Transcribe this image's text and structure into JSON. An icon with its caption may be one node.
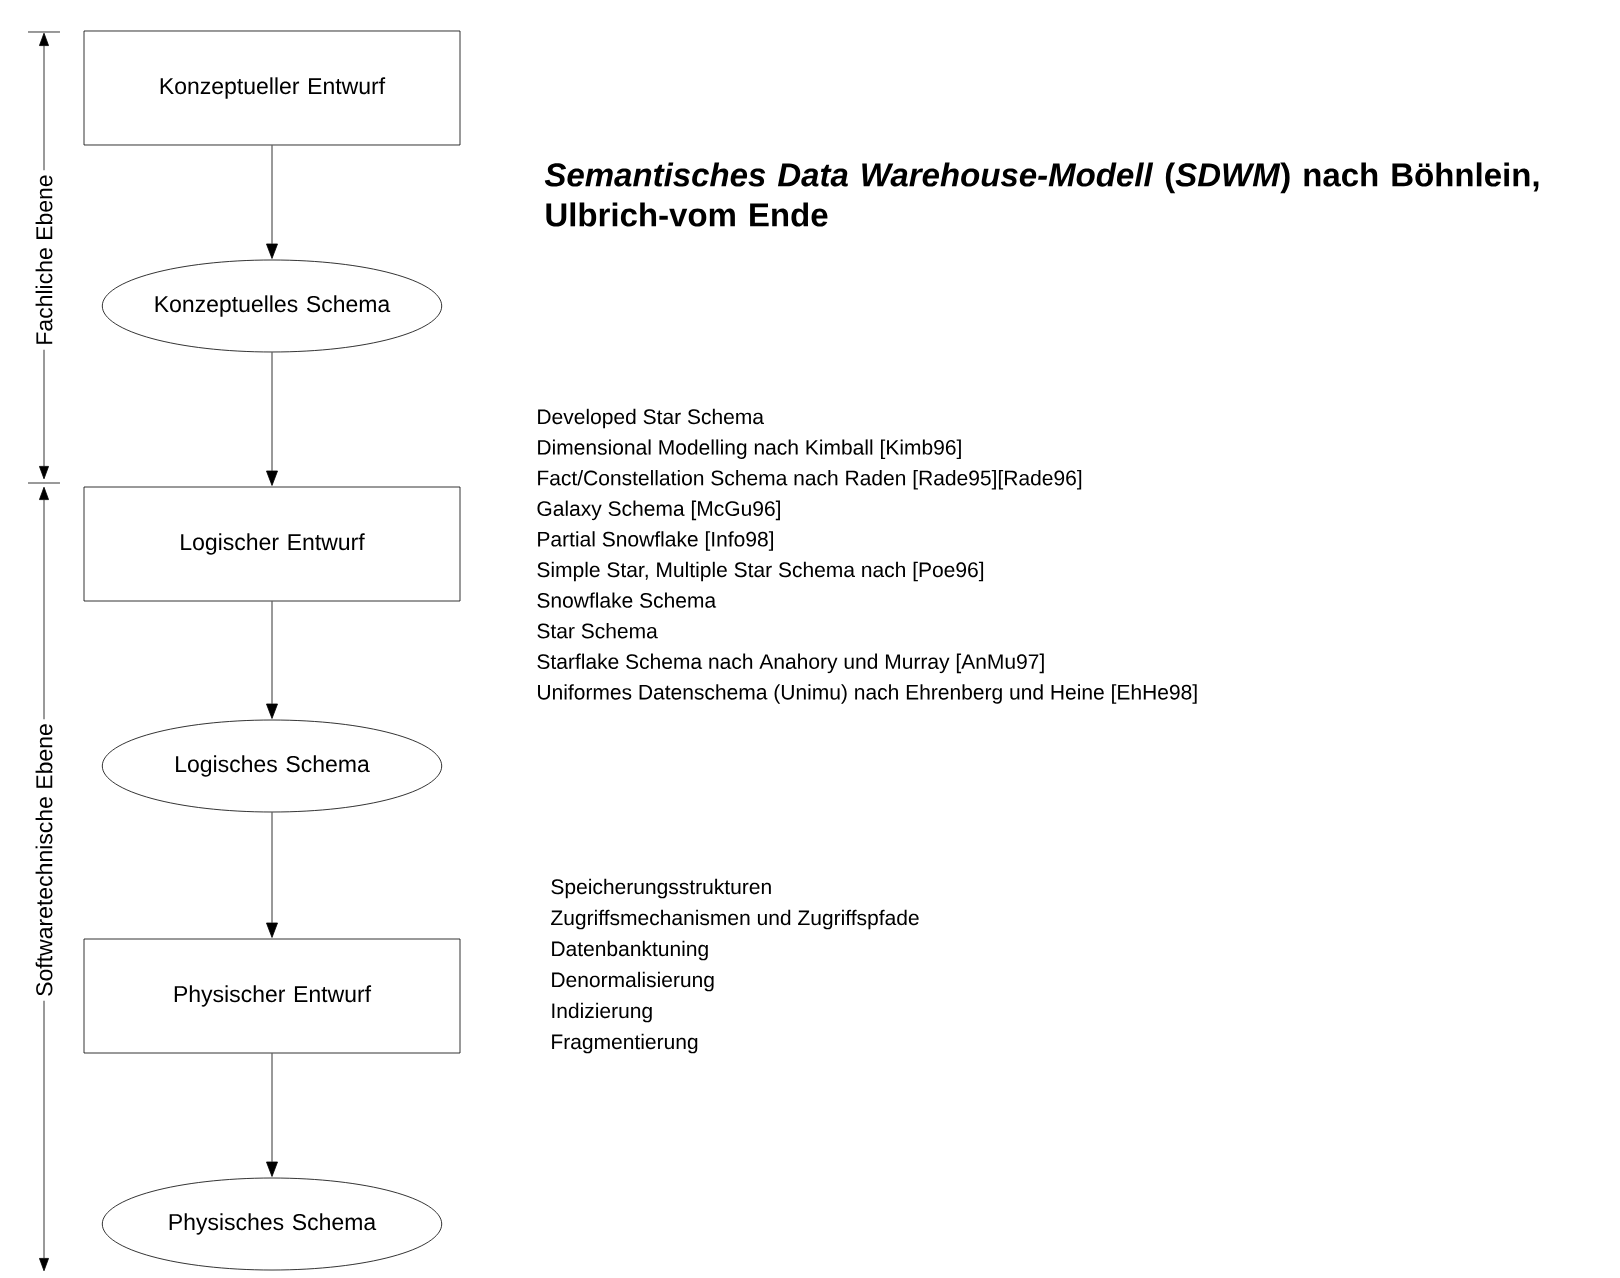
{
  "diagram": {
    "title": "*Semantisches Data Warehouse-Modell* (*SDWM*) nach Böhnlein, Ulbrich-vom Ende",
    "nodes": [
      {
        "text": [
          "Konzeptueller Entwurf"
        ]
      },
      {
        "text": [
          "Konzeptuelles Schema"
        ]
      },
      {
        "text": [
          "Logischer Entwurf"
        ]
      },
      {
        "text": [
          "Logisches Schema"
        ]
      },
      {
        "text": [
          "Physischer Entwurf"
        ]
      },
      {
        "text": [
          "Physisches Schema"
        ]
      }
    ],
    "edges": [
      {
        "from": 0,
        "to": 1,
        "arrow": "to"
      },
      {
        "from": 1,
        "to": 2,
        "arrow": "to"
      },
      {
        "from": 2,
        "to": 3,
        "arrow": "to"
      },
      {
        "from": 3,
        "to": 4,
        "arrow": "to"
      },
      {
        "from": 4,
        "to": 5,
        "arrow": "to"
      }
    ],
    "labels": [
      "Fachliche Ebene",
      "Softwaretechnische Ebene",
      "Developed Star Schema",
      "Dimensional Modelling nach Kimball [Kimb96]",
      "Fact/Constellation Schema nach Raden [Rade95][Rade96]",
      "Galaxy Schema [McGu96]",
      "Partial Snowflake [Info98]",
      "Simple Star, Multiple Star Schema nach [Poe96]",
      "Snowflake Schema",
      "Star Schema",
      "Starflake Schema nach Anahory und Murray [AnMu97]",
      "Uniformes Datenschema (Unimu) nach Ehrenberg und Heine [EhHe98]",
      "Speicherungsstrukturen",
      "Zugriffsmechanismen und Zugriffspfade",
      "Datenbanktuning",
      "Denormalisierung",
      "Indizierung",
      "Fragmentierung"
    ]
  }
}
